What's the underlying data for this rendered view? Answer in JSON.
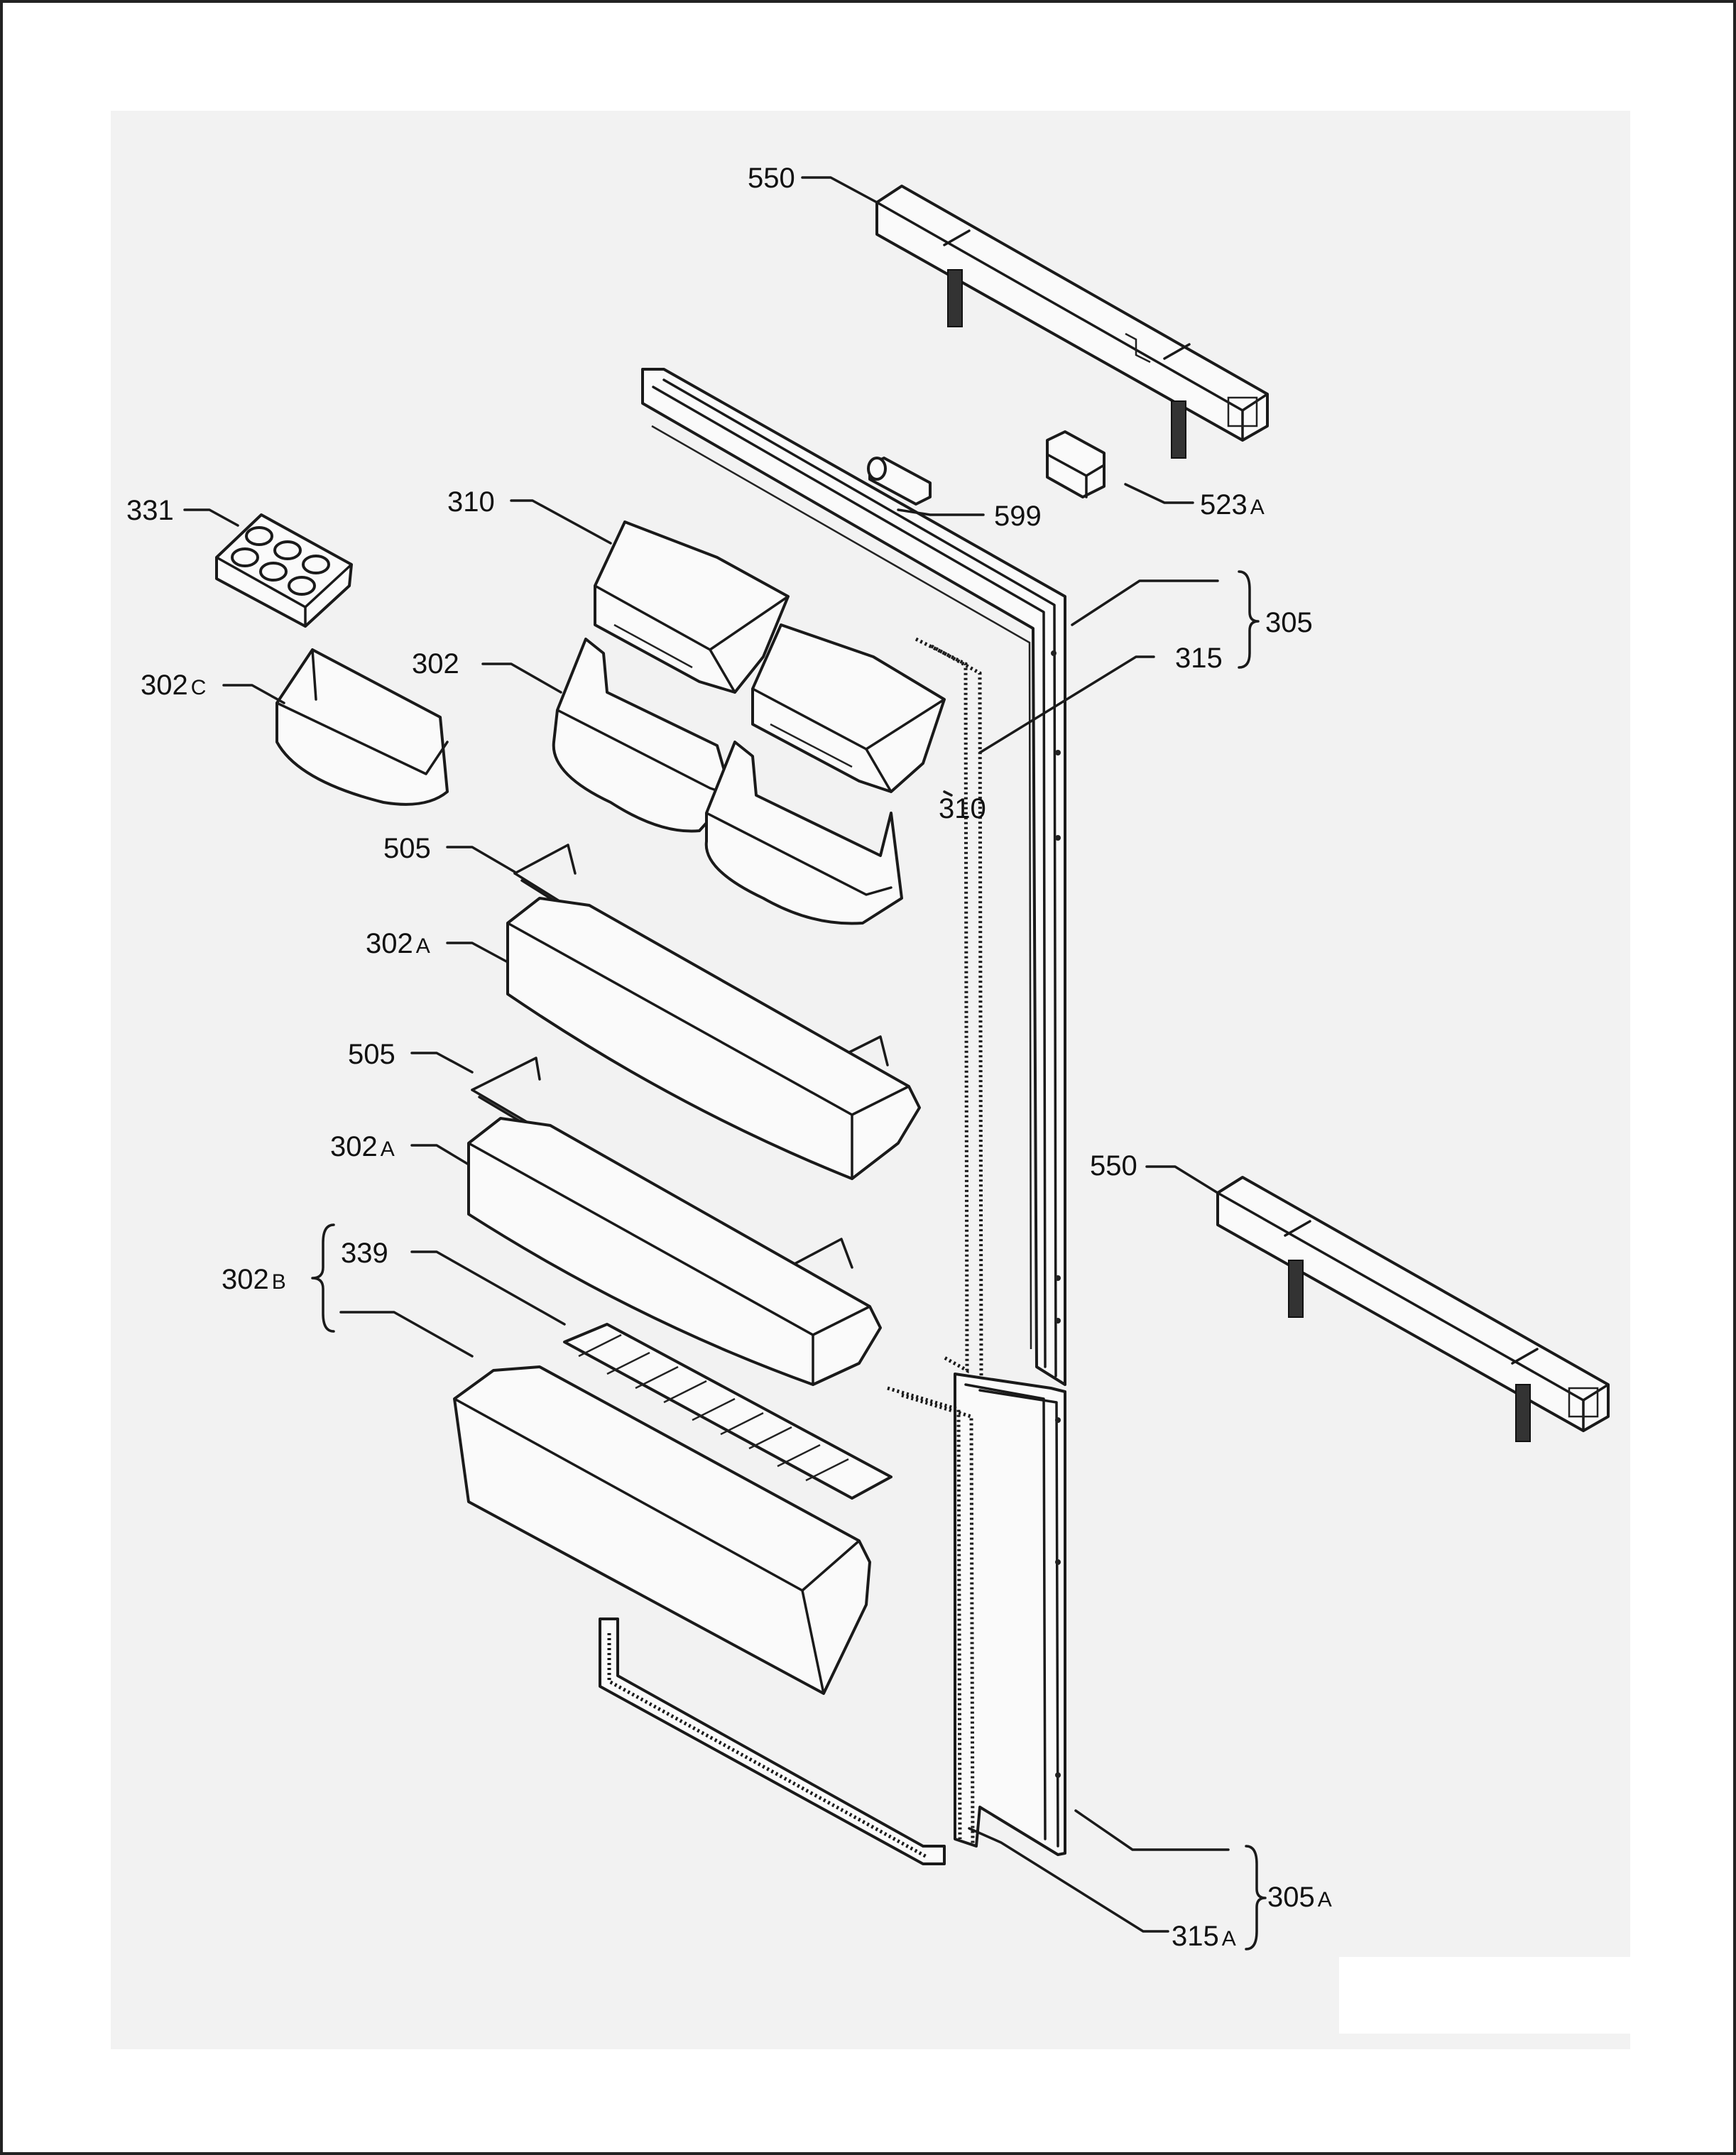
{
  "diagram": {
    "labels": {
      "l550_top": "550",
      "l550_bot": "550",
      "l599": "599",
      "l523a_num": "523",
      "l523a_suf": "A",
      "l331": "331",
      "l310_top": "310",
      "l310_mid": "310",
      "l305": "305",
      "l315": "315",
      "l302c_num": "302",
      "l302c_suf": "C",
      "l302": "302",
      "l505_top": "505",
      "l302a_top_num": "302",
      "l302a_top_suf": "A",
      "l505_bot": "505",
      "l302a_bot_num": "302",
      "l302a_bot_suf": "A",
      "l302b_num": "302",
      "l302b_suf": "B",
      "l339": "339",
      "l305a_num": "305",
      "l305a_suf": "A",
      "l315a_num": "315",
      "l315a_suf": "A"
    }
  }
}
